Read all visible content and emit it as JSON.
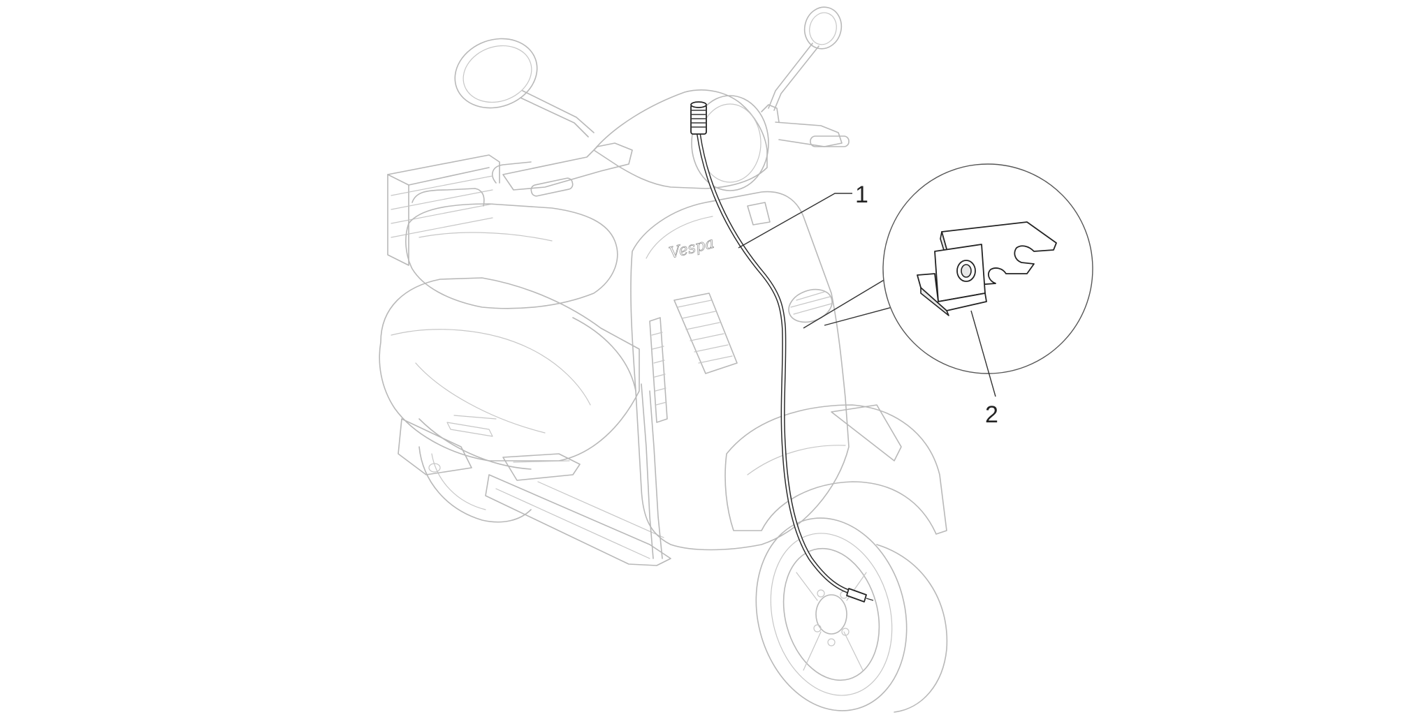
{
  "diagram": {
    "callouts": [
      {
        "id": "1",
        "label": "1"
      },
      {
        "id": "2",
        "label": "2"
      }
    ],
    "logo_text": "Vespa",
    "colors": {
      "ghost_lines": "#b8b8b8",
      "cable": "#2c2c2c",
      "leader_lines": "#333333",
      "callout_text": "#222222",
      "background": "#ffffff"
    }
  }
}
